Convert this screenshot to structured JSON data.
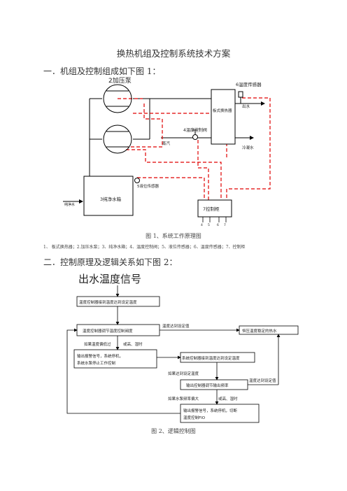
{
  "doc": {
    "title": "换热机组及控制系统技术方案",
    "section1": "一．机组及控制组成如下图 1：",
    "fig1_caption": "图 1、系统工作原理图",
    "fig1_legend": "1、 板式换热器；2.加压水泵；3、纯净水箱；4、温度控制阀；5、液位传感器；6、温度传感器；7、控制柜",
    "section2": "二．控制原理及逻辑关系如下图 2：",
    "fig2_caption": "图 2、逻辑控制图"
  },
  "fig1": {
    "pump_label": "2加压泵",
    "temp_sensor_label": "6温度传感器",
    "hx_label": "板式换热器",
    "outlet_label": "出水",
    "valve_label": "4温度控制阀",
    "steam_label": "蒸汽",
    "cold_water_label": "冷凝水",
    "tank_label": "3纯净水箱",
    "level_sensor_label": "5液位传感器",
    "pure_water_label": "纯净水",
    "cabinet_label": "7控制柜",
    "terminals": [
      "4",
      "5",
      "6",
      "7"
    ]
  },
  "fig2": {
    "signal_title": "出水温度信号",
    "box1": "温度控制器接到温度达到设定温度",
    "box2": "温度控制器调节温度控制阀度",
    "arrow_temp_set": "温度达到设定值",
    "box_right": "恒压温度稳定的热水",
    "cond1": "如果温度偏低过",
    "cond1b": "或高、湿时",
    "box3a": "输出报警信号，系统停机，",
    "box3b": "系统水泵停止工作控制",
    "box4": "系统控制器接到温度达到设定温度",
    "cond2": "如果达到设定温度",
    "box5": "输出控制器调节输出频率",
    "arrow_temp_set2": "温度达到设定值",
    "cond3": "如果水泵频率偏大",
    "cond3b": "或高、湿时",
    "box6a": "输出报警信号，系统停机，切断",
    "box6b": "温度控制FIO"
  }
}
